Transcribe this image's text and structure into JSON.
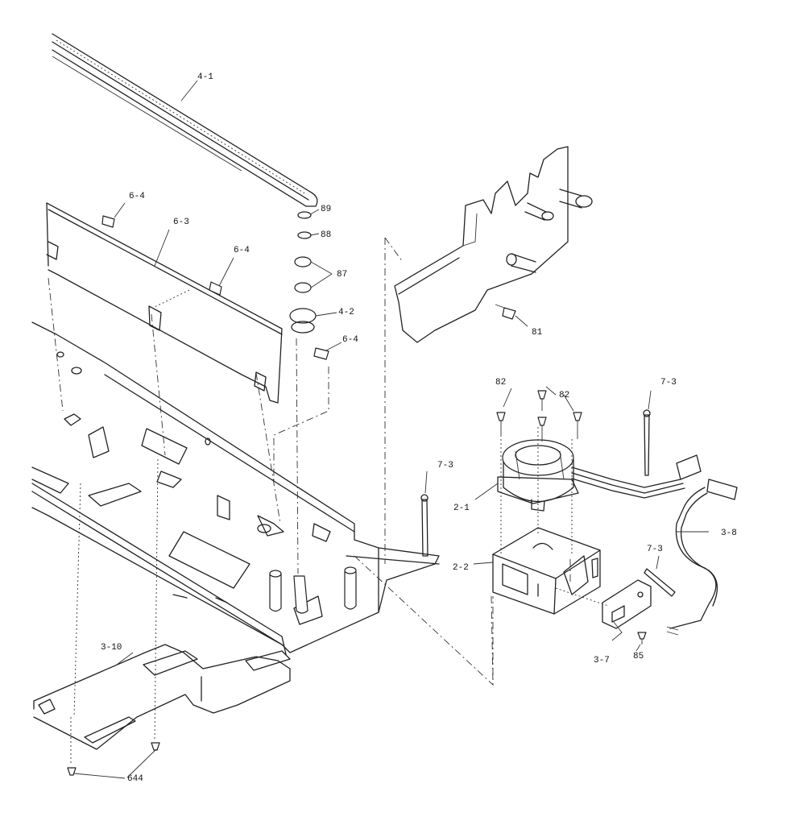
{
  "labels": {
    "belt": "4-1",
    "rail_screw_top": "6-4",
    "shield": "6-3",
    "rail_screw_mid": "6-4",
    "washer_89": "89",
    "washer_88": "88",
    "bushing_87": "87",
    "pulley": "4-2",
    "rail_screw_low": "6-4",
    "screw_81": "81",
    "screw_82_left": "82",
    "screw_82_right": "82",
    "tie_upper": "7-3",
    "tie_left": "7-3",
    "motor": "2-1",
    "bracket": "2-2",
    "cable": "3-8",
    "tie_lower": "7-3",
    "board": "3-7",
    "screw_85": "85",
    "flex": "3-10",
    "screw_644": "644"
  }
}
